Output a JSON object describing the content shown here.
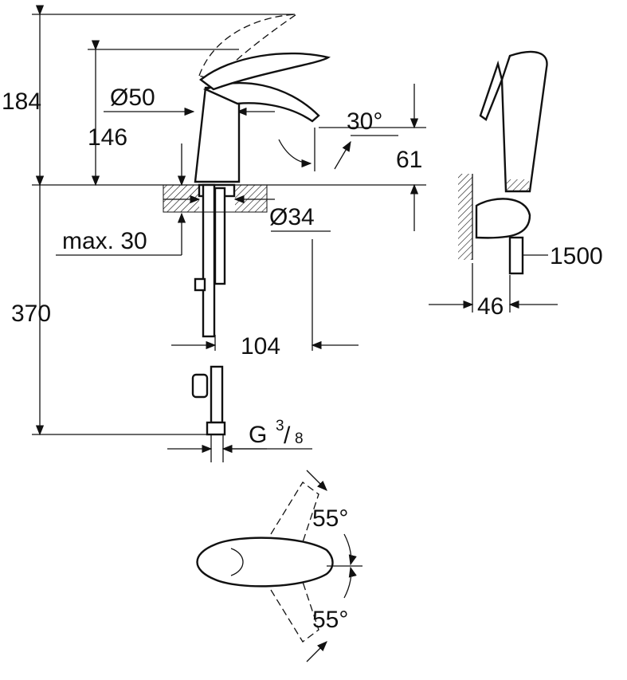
{
  "dimensions": {
    "height_total": "184",
    "body_diameter": "Ø50",
    "spout_height": "146",
    "spout_angle": "30°",
    "spout_drop": "61",
    "max_deck_thickness": "max. 30",
    "hole_diameter": "Ø34",
    "hose_length_total": "370",
    "spout_reach": "104",
    "connection_prefix": "G",
    "connection_num": "3",
    "connection_den": "8",
    "lever_angle_top": "55°",
    "lever_angle_bottom": "55°",
    "shower_hose_length": "1500",
    "holder_width": "46"
  }
}
